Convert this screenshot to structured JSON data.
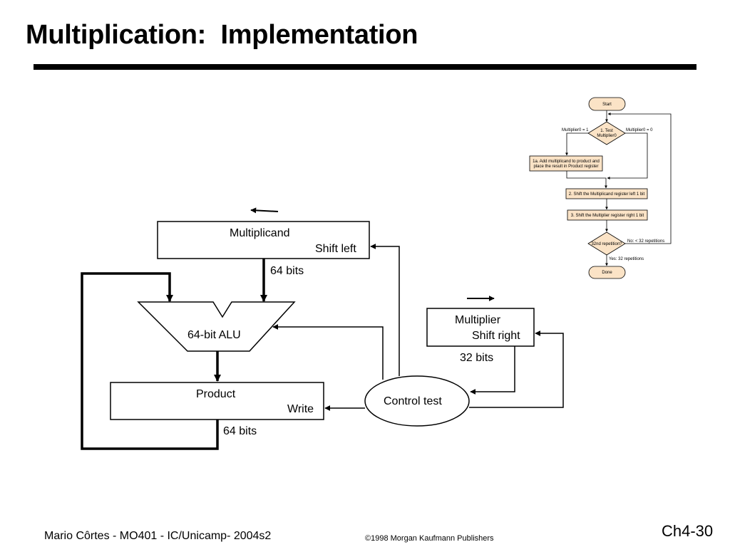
{
  "slide": {
    "title": "Multiplication:  Implementation",
    "footer_left": "Mario Côrtes - MO401 - IC/Unicamp- 2004s2",
    "footer_center": "©1998 Morgan Kaufmann Publishers",
    "page_number": "Ch4-30"
  },
  "datapath": {
    "multiplicand": {
      "name": "Multiplicand",
      "action": "Shift left",
      "width_label": "64 bits"
    },
    "alu": {
      "label": "64-bit ALU"
    },
    "product": {
      "name": "Product",
      "action": "Write",
      "width_label": "64 bits"
    },
    "multiplier": {
      "name": "Multiplier",
      "action": "Shift right",
      "width_label": "32 bits"
    },
    "control": {
      "label": "Control test"
    }
  },
  "flowchart": {
    "start": "Start",
    "test_line1": "1. Test",
    "test_line2": "Multiplier0",
    "branch_one": "Multiplier0 = 1",
    "branch_zero": "Multiplier0 = 0",
    "step1a_line1": "1a. Add multiplicand to product and",
    "step1a_line2": "place the result in Product register",
    "step2": "2. Shift the Multiplicand register left 1 bit",
    "step3": "3. Shift the Multiplier register right 1 bit",
    "repeat_test": "32nd repetition?",
    "repeat_no": "No:  < 32 repetitions",
    "repeat_yes": "Yes:  32 repetitions",
    "done": "Done"
  },
  "colors": {
    "flowchart_fill": "#fbe3c6",
    "stroke": "#000000"
  }
}
